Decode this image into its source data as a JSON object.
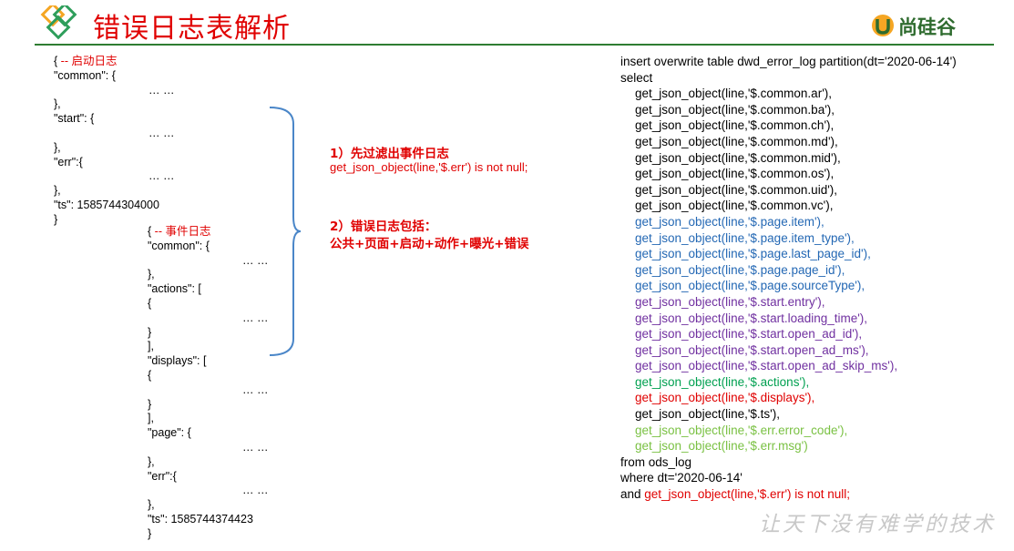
{
  "header": {
    "title": "错误日志表解析",
    "brand": "尚硅谷"
  },
  "start_log": [
    {
      "text": "{",
      "comment": " -- 启动日志"
    },
    {
      "text": "\"common\": {"
    },
    {
      "text": "… …",
      "indent": true
    },
    {
      "text": "},"
    },
    {
      "text": "\"start\": {"
    },
    {
      "text": "… …",
      "indent": true
    },
    {
      "text": "},"
    },
    {
      "text": "\"err\":{"
    },
    {
      "text": "… …",
      "indent": true
    },
    {
      "text": "},"
    },
    {
      "text": "\"ts\": 1585744304000"
    },
    {
      "text": "}"
    }
  ],
  "event_log": [
    {
      "text": "{",
      "comment": " -- 事件日志"
    },
    {
      "text": "\"common\": {"
    },
    {
      "text": "… …",
      "indent": true
    },
    {
      "text": "},"
    },
    {
      "text": "\"actions\": ["
    },
    {
      "text": "{"
    },
    {
      "text": "… …",
      "indent": true
    },
    {
      "text": "}"
    },
    {
      "text": "],"
    },
    {
      "text": "\"displays\": ["
    },
    {
      "text": "{"
    },
    {
      "text": "… …",
      "indent": true
    },
    {
      "text": "}"
    },
    {
      "text": "],"
    },
    {
      "text": "\"page\": {"
    },
    {
      "text": "… …",
      "indent": true
    },
    {
      "text": "},"
    },
    {
      "text": "\"err\":{"
    },
    {
      "text": "… …",
      "indent": true
    },
    {
      "text": "},"
    },
    {
      "text": "\"ts\": 1585744374423"
    },
    {
      "text": "}"
    }
  ],
  "annotations": {
    "step1_title": "1）先过滤出事件日志",
    "step1_code": "get_json_object(line,'$.err') is not null;",
    "step2_title": "2）错误日志包括：",
    "step2_detail": "公共+页面+启动+动作+曝光+错误"
  },
  "sql": [
    {
      "text": "insert overwrite table dwd_error_log partition(dt='2020-06-14')",
      "color": "#000000",
      "indent": false
    },
    {
      "text": "select",
      "color": "#000000",
      "indent": false
    },
    {
      "text": "get_json_object(line,'$.common.ar'),",
      "color": "#000000",
      "indent": true
    },
    {
      "text": "get_json_object(line,'$.common.ba'),",
      "color": "#000000",
      "indent": true
    },
    {
      "text": "get_json_object(line,'$.common.ch'),",
      "color": "#000000",
      "indent": true
    },
    {
      "text": "get_json_object(line,'$.common.md'),",
      "color": "#000000",
      "indent": true
    },
    {
      "text": "get_json_object(line,'$.common.mid'),",
      "color": "#000000",
      "indent": true
    },
    {
      "text": "get_json_object(line,'$.common.os'),",
      "color": "#000000",
      "indent": true
    },
    {
      "text": "get_json_object(line,'$.common.uid'),",
      "color": "#000000",
      "indent": true
    },
    {
      "text": "get_json_object(line,'$.common.vc'),",
      "color": "#000000",
      "indent": true
    },
    {
      "text": "get_json_object(line,'$.page.item'),",
      "color": "#2468b4",
      "indent": true
    },
    {
      "text": "get_json_object(line,'$.page.item_type'),",
      "color": "#2468b4",
      "indent": true
    },
    {
      "text": "get_json_object(line,'$.page.last_page_id'),",
      "color": "#2468b4",
      "indent": true
    },
    {
      "text": "get_json_object(line,'$.page.page_id'),",
      "color": "#2468b4",
      "indent": true
    },
    {
      "text": "get_json_object(line,'$.page.sourceType'),",
      "color": "#2468b4",
      "indent": true
    },
    {
      "text": "get_json_object(line,'$.start.entry'),",
      "color": "#7030a0",
      "indent": true
    },
    {
      "text": "get_json_object(line,'$.start.loading_time'),",
      "color": "#7030a0",
      "indent": true
    },
    {
      "text": "get_json_object(line,'$.start.open_ad_id'),",
      "color": "#7030a0",
      "indent": true
    },
    {
      "text": "get_json_object(line,'$.start.open_ad_ms'),",
      "color": "#7030a0",
      "indent": true
    },
    {
      "text": "get_json_object(line,'$.start.open_ad_skip_ms'),",
      "color": "#7030a0",
      "indent": true
    },
    {
      "text": "get_json_object(line,'$.actions'),",
      "color": "#00a050",
      "indent": true
    },
    {
      "text": "get_json_object(line,'$.displays'),",
      "color": "#e00000",
      "indent": true
    },
    {
      "text": "get_json_object(line,'$.ts'),",
      "color": "#000000",
      "indent": true
    },
    {
      "text": "get_json_object(line,'$.err.error_code'),",
      "color": "#7ac143",
      "indent": true
    },
    {
      "text": "get_json_object(line,'$.err.msg')",
      "color": "#7ac143",
      "indent": true
    },
    {
      "text": "from ods_log",
      "color": "#000000",
      "indent": false
    },
    {
      "text": "where dt='2020-06-14'",
      "color": "#000000",
      "indent": false
    }
  ],
  "sql_last": {
    "prefix": "and ",
    "highlight": "get_json_object(line,'$.err') is not null;"
  },
  "watermark": "让天下没有难学的技术"
}
